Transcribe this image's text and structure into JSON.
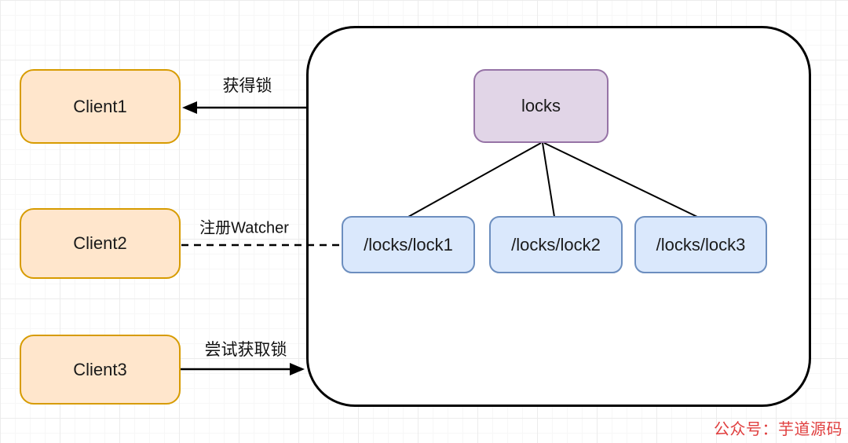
{
  "diagram": {
    "type": "zookeeper-distributed-lock",
    "clients": [
      {
        "label": "Client1"
      },
      {
        "label": "Client2"
      },
      {
        "label": "Client3"
      }
    ],
    "zookeeper": {
      "root_node": {
        "label": "locks"
      },
      "lock_nodes": [
        {
          "label": "/locks/lock1"
        },
        {
          "label": "/locks/lock2"
        },
        {
          "label": "/locks/lock3"
        }
      ]
    },
    "edges": [
      {
        "from": "zookeeper-container",
        "to": "Client1",
        "label": "获得锁",
        "style": "solid-line-arrow-left"
      },
      {
        "from": "Client2",
        "to": "/locks/lock1",
        "label": "注册Watcher",
        "style": "dashed-line"
      },
      {
        "from": "Client3",
        "to": "zookeeper-container",
        "label": "尝试获取锁",
        "style": "solid-line-arrow-right"
      },
      {
        "from": "locks",
        "to": "/locks/lock1",
        "label": "",
        "style": "solid-line"
      },
      {
        "from": "locks",
        "to": "/locks/lock2",
        "label": "",
        "style": "solid-line"
      },
      {
        "from": "locks",
        "to": "/locks/lock3",
        "label": "",
        "style": "solid-line"
      }
    ],
    "watermark": {
      "text": "公众号：芋道源码"
    }
  },
  "colors": {
    "client_fill": "#ffe6cc",
    "client_border": "#d79b00",
    "root_fill": "#e1d5e7",
    "root_border": "#9673a6",
    "lock_fill": "#dae8fc",
    "lock_border": "#6c8ebf",
    "container_border": "#000000",
    "edge_stroke": "#000000",
    "watermark_red": "#e03e3e"
  }
}
